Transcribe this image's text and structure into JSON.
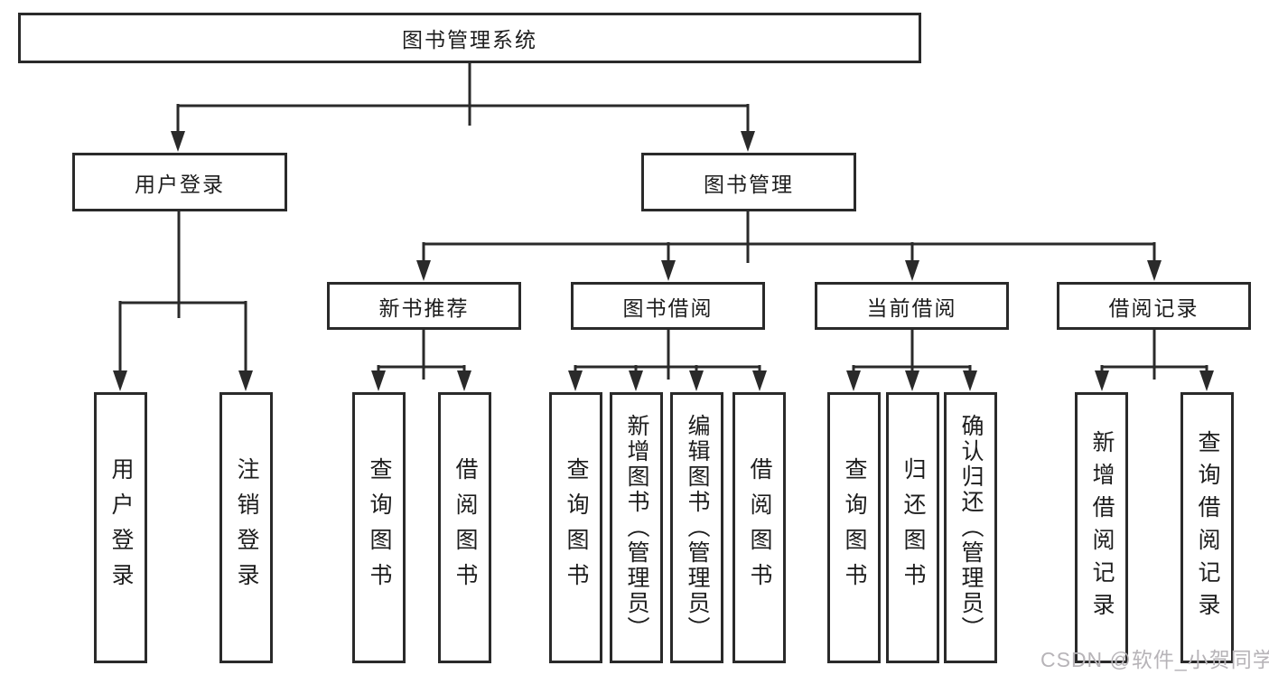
{
  "diagram": {
    "root": {
      "label": "图书管理系统"
    },
    "branches": [
      {
        "label": "用户登录",
        "children": [
          {
            "label": "用户登录"
          },
          {
            "label": "注销登录"
          }
        ]
      },
      {
        "label": "图书管理",
        "children": [
          {
            "label": "新书推荐",
            "children": [
              {
                "label": "查询图书"
              },
              {
                "label": "借阅图书"
              }
            ]
          },
          {
            "label": "图书借阅",
            "children": [
              {
                "label": "查询图书"
              },
              {
                "label": "新增图书（管理员）"
              },
              {
                "label": "编辑图书（管理员）"
              },
              {
                "label": "借阅图书"
              }
            ]
          },
          {
            "label": "当前借阅",
            "children": [
              {
                "label": "查询图书"
              },
              {
                "label": "归还图书"
              },
              {
                "label": "确认归还（管理员）"
              }
            ]
          },
          {
            "label": "借阅记录",
            "children": [
              {
                "label": "新增借阅记录"
              },
              {
                "label": "查询借阅记录"
              }
            ]
          }
        ]
      }
    ]
  },
  "watermark": {
    "text": "CSDN @软件_小贺同学"
  },
  "colors": {
    "line": "#2a2a2a",
    "box_border": "#2a2a2a",
    "text": "#1d1d1d",
    "watermark": "#b7b4b8",
    "background": "#ffffff"
  }
}
